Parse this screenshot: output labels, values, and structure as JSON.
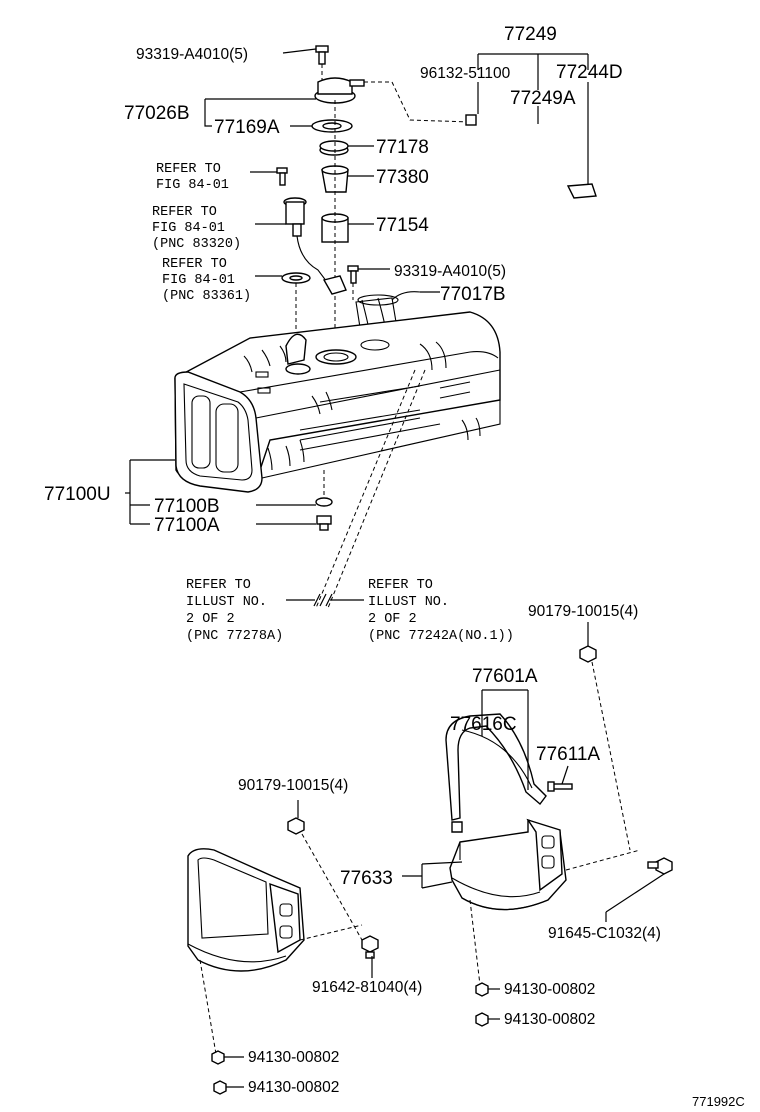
{
  "labels": {
    "p93319_top": "93319-A4010(5)",
    "p77249": "77249",
    "p96132": "96132-51100",
    "p77244d": "77244D",
    "p77249a": "77249A",
    "p77026b": "77026B",
    "p77169a": "77169A",
    "p77178": "77178",
    "p77380": "77380",
    "p77154": "77154",
    "p93319_mid": "93319-A4010(5)",
    "p77017b": "77017B",
    "p77100u": "77100U",
    "p77100b": "77100B",
    "p77100a": "77100A",
    "p90179_right": "90179-10015(4)",
    "p77601a": "77601A",
    "p77616c": "77616C",
    "p77611a": "77611A",
    "p90179_left": "90179-10015(4)",
    "p77633": "77633",
    "p91645": "91645-C1032(4)",
    "p91642": "91642-81040(4)",
    "p94130_r1": "94130-00802",
    "p94130_r2": "94130-00802",
    "p94130_l1": "94130-00802",
    "p94130_l2": "94130-00802",
    "figure_id": "771992C"
  },
  "refs": {
    "ref1_line1": "REFER TO",
    "ref1_line2": "FIG 84-01",
    "ref2_line1": "REFER TO",
    "ref2_line2": "FIG  84-01",
    "ref2_line3": "(PNC 83320)",
    "ref3_line1": "REFER TO",
    "ref3_line2": "FIG 84-01",
    "ref3_line3": "(PNC 83361)",
    "ref4_line1": "REFER TO",
    "ref4_line2": "ILLUST NO.",
    "ref4_line3": "2 OF 2",
    "ref4_line4": "(PNC 77278A)",
    "ref5_line1": "REFER TO",
    "ref5_line2": "ILLUST NO.",
    "ref5_line3": "2 OF 2",
    "ref5_line4": "(PNC 77242A(NO.1))"
  }
}
